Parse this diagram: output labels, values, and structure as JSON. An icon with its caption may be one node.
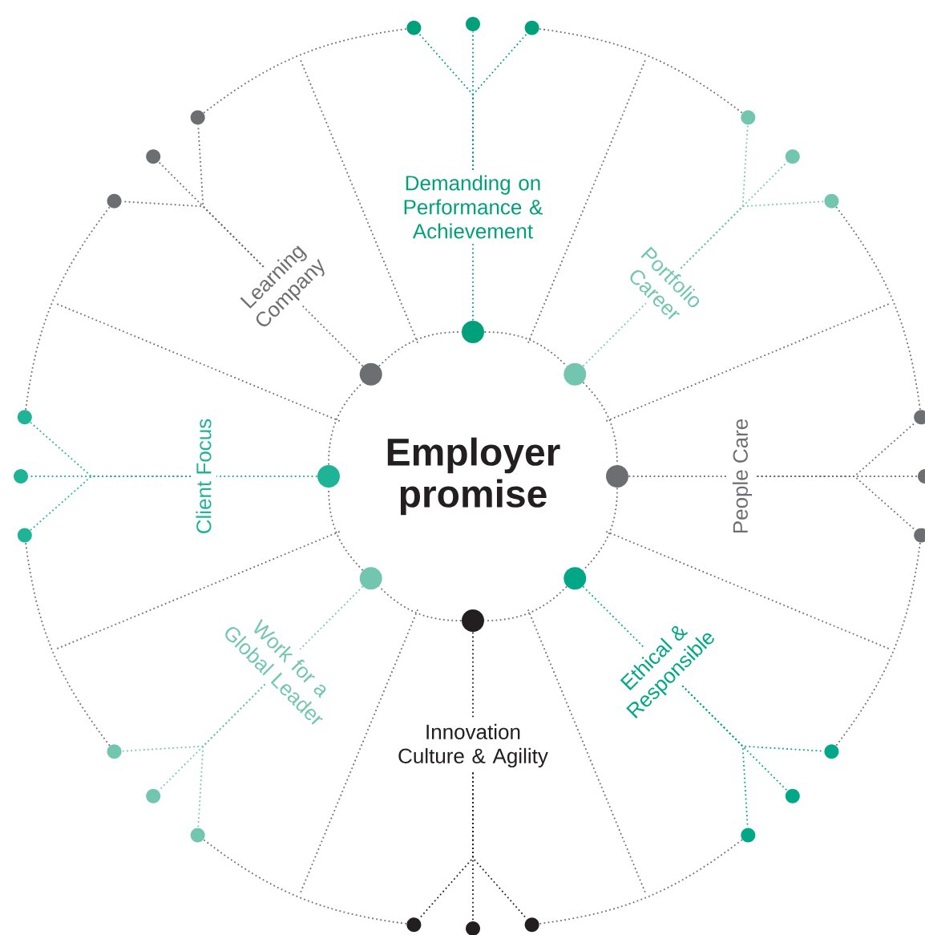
{
  "diagram": {
    "nodes": [
      {
        "text": [
          "Employer promise"
        ]
      },
      {
        "text": [
          "Demanding on Performance & Achievement"
        ]
      },
      {
        "text": [],
        "shape": "circle"
      },
      {
        "text": [],
        "shape": "circle"
      },
      {
        "text": [],
        "shape": "circle"
      },
      {
        "text": [],
        "shape": "circle"
      },
      {
        "text": [
          "Portfolio Career"
        ]
      },
      {
        "text": [],
        "shape": "circle"
      },
      {
        "text": [],
        "shape": "circle"
      },
      {
        "text": [],
        "shape": "circle"
      },
      {
        "text": [],
        "shape": "circle"
      },
      {
        "text": [
          "People Care"
        ]
      },
      {
        "text": [],
        "shape": "circle"
      },
      {
        "text": [],
        "shape": "circle"
      },
      {
        "text": [],
        "shape": "circle"
      },
      {
        "text": [],
        "shape": "circle"
      },
      {
        "text": [
          "Ethical & Responsible"
        ]
      },
      {
        "text": [],
        "shape": "circle"
      },
      {
        "text": [],
        "shape": "circle"
      },
      {
        "text": [],
        "shape": "circle"
      },
      {
        "text": [],
        "shape": "circle"
      },
      {
        "text": [
          "Innovation Culture & Agility"
        ]
      },
      {
        "text": [],
        "shape": "circle"
      },
      {
        "text": [],
        "shape": "circle"
      },
      {
        "text": [],
        "shape": "circle"
      },
      {
        "text": [],
        "shape": "circle"
      },
      {
        "text": [
          "Work for a Global Leader"
        ]
      },
      {
        "text": [],
        "shape": "circle"
      },
      {
        "text": [],
        "shape": "circle"
      },
      {
        "text": [],
        "shape": "circle"
      },
      {
        "text": [],
        "shape": "circle"
      },
      {
        "text": [
          "Client Focus"
        ]
      },
      {
        "text": [],
        "shape": "circle"
      },
      {
        "text": [],
        "shape": "circle"
      },
      {
        "text": [],
        "shape": "circle"
      },
      {
        "text": [],
        "shape": "circle"
      },
      {
        "text": [
          "Learning Company"
        ]
      },
      {
        "text": [],
        "shape": "circle"
      },
      {
        "text": [],
        "shape": "circle"
      },
      {
        "text": [],
        "shape": "circle"
      },
      {
        "text": [],
        "shape": "circle"
      }
    ],
    "edges": [
      {
        "from": 2,
        "to": 1,
        "arrow": "none",
        "color": "#00a07a"
      },
      {
        "from": 1,
        "to": 3,
        "arrow": "none",
        "color": "#00a07a"
      },
      {
        "from": 1,
        "to": 4,
        "arrow": "none",
        "color": "#00a07a"
      },
      {
        "from": 1,
        "to": 5,
        "arrow": "none",
        "color": "#00a07a"
      },
      {
        "from": 7,
        "to": 6,
        "arrow": "none",
        "color": "#72c6b0"
      },
      {
        "from": 6,
        "to": 8,
        "arrow": "none",
        "color": "#72c6b0"
      },
      {
        "from": 6,
        "to": 9,
        "arrow": "none",
        "color": "#72c6b0"
      },
      {
        "from": 6,
        "to": 10,
        "arrow": "none",
        "color": "#72c6b0"
      },
      {
        "from": 12,
        "to": 11,
        "arrow": "none"
      },
      {
        "from": 11,
        "to": 13,
        "arrow": "none"
      },
      {
        "from": 11,
        "to": 14,
        "arrow": "none"
      },
      {
        "from": 11,
        "to": 15,
        "arrow": "none"
      },
      {
        "from": 17,
        "to": 16,
        "arrow": "none",
        "color": "#00a887"
      },
      {
        "from": 16,
        "to": 18,
        "arrow": "none",
        "color": "#00a887"
      },
      {
        "from": 16,
        "to": 19,
        "arrow": "none",
        "color": "#00a887"
      },
      {
        "from": 16,
        "to": 20,
        "arrow": "none",
        "color": "#00a887"
      },
      {
        "from": 22,
        "to": 21,
        "arrow": "none",
        "color": "#231f20"
      },
      {
        "from": 21,
        "to": 23,
        "arrow": "none",
        "color": "#231f20"
      },
      {
        "from": 21,
        "to": 24,
        "arrow": "none",
        "color": "#231f20"
      },
      {
        "from": 21,
        "to": 25,
        "arrow": "none",
        "color": "#231f20"
      },
      {
        "from": 27,
        "to": 26,
        "arrow": "none",
        "color": "#72c6b0"
      },
      {
        "from": 26,
        "to": 28,
        "arrow": "none",
        "color": "#72c6b0"
      },
      {
        "from": 26,
        "to": 29,
        "arrow": "none",
        "color": "#72c6b0"
      },
      {
        "from": 26,
        "to": 30,
        "arrow": "none",
        "color": "#72c6b0"
      },
      {
        "from": 32,
        "to": 31,
        "arrow": "none",
        "color": "#1fb497"
      },
      {
        "from": 31,
        "to": 33,
        "arrow": "none",
        "color": "#1fb497"
      },
      {
        "from": 31,
        "to": 34,
        "arrow": "none",
        "color": "#1fb497"
      },
      {
        "from": 31,
        "to": 35,
        "arrow": "none",
        "color": "#1fb497"
      },
      {
        "from": 37,
        "to": 36,
        "arrow": "none"
      },
      {
        "from": 36,
        "to": 38,
        "arrow": "none"
      },
      {
        "from": 36,
        "to": 39,
        "arrow": "none"
      },
      {
        "from": 36,
        "to": 40,
        "arrow": "none"
      },
      {
        "from": 2,
        "to": 7,
        "arrow": "none"
      },
      {
        "from": 7,
        "to": 12,
        "arrow": "none"
      },
      {
        "from": 12,
        "to": 17,
        "arrow": "none"
      },
      {
        "from": 17,
        "to": 22,
        "arrow": "none"
      },
      {
        "from": 22,
        "to": 27,
        "arrow": "none"
      },
      {
        "from": 27,
        "to": 32,
        "arrow": "none"
      },
      {
        "from": 32,
        "to": 37,
        "arrow": "none"
      },
      {
        "from": 37,
        "to": 2,
        "arrow": "none"
      },
      {
        "from": 5,
        "to": 8,
        "arrow": "none"
      },
      {
        "from": 10,
        "to": 13,
        "arrow": "none"
      },
      {
        "from": 15,
        "to": 18,
        "arrow": "none"
      },
      {
        "from": 20,
        "to": 23,
        "arrow": "none"
      },
      {
        "from": 25,
        "to": 28,
        "arrow": "none"
      },
      {
        "from": 30,
        "to": 33,
        "arrow": "none"
      },
      {
        "from": 35,
        "to": 38,
        "arrow": "none"
      },
      {
        "from": 40,
        "to": 3,
        "arrow": "none"
      }
    ]
  }
}
